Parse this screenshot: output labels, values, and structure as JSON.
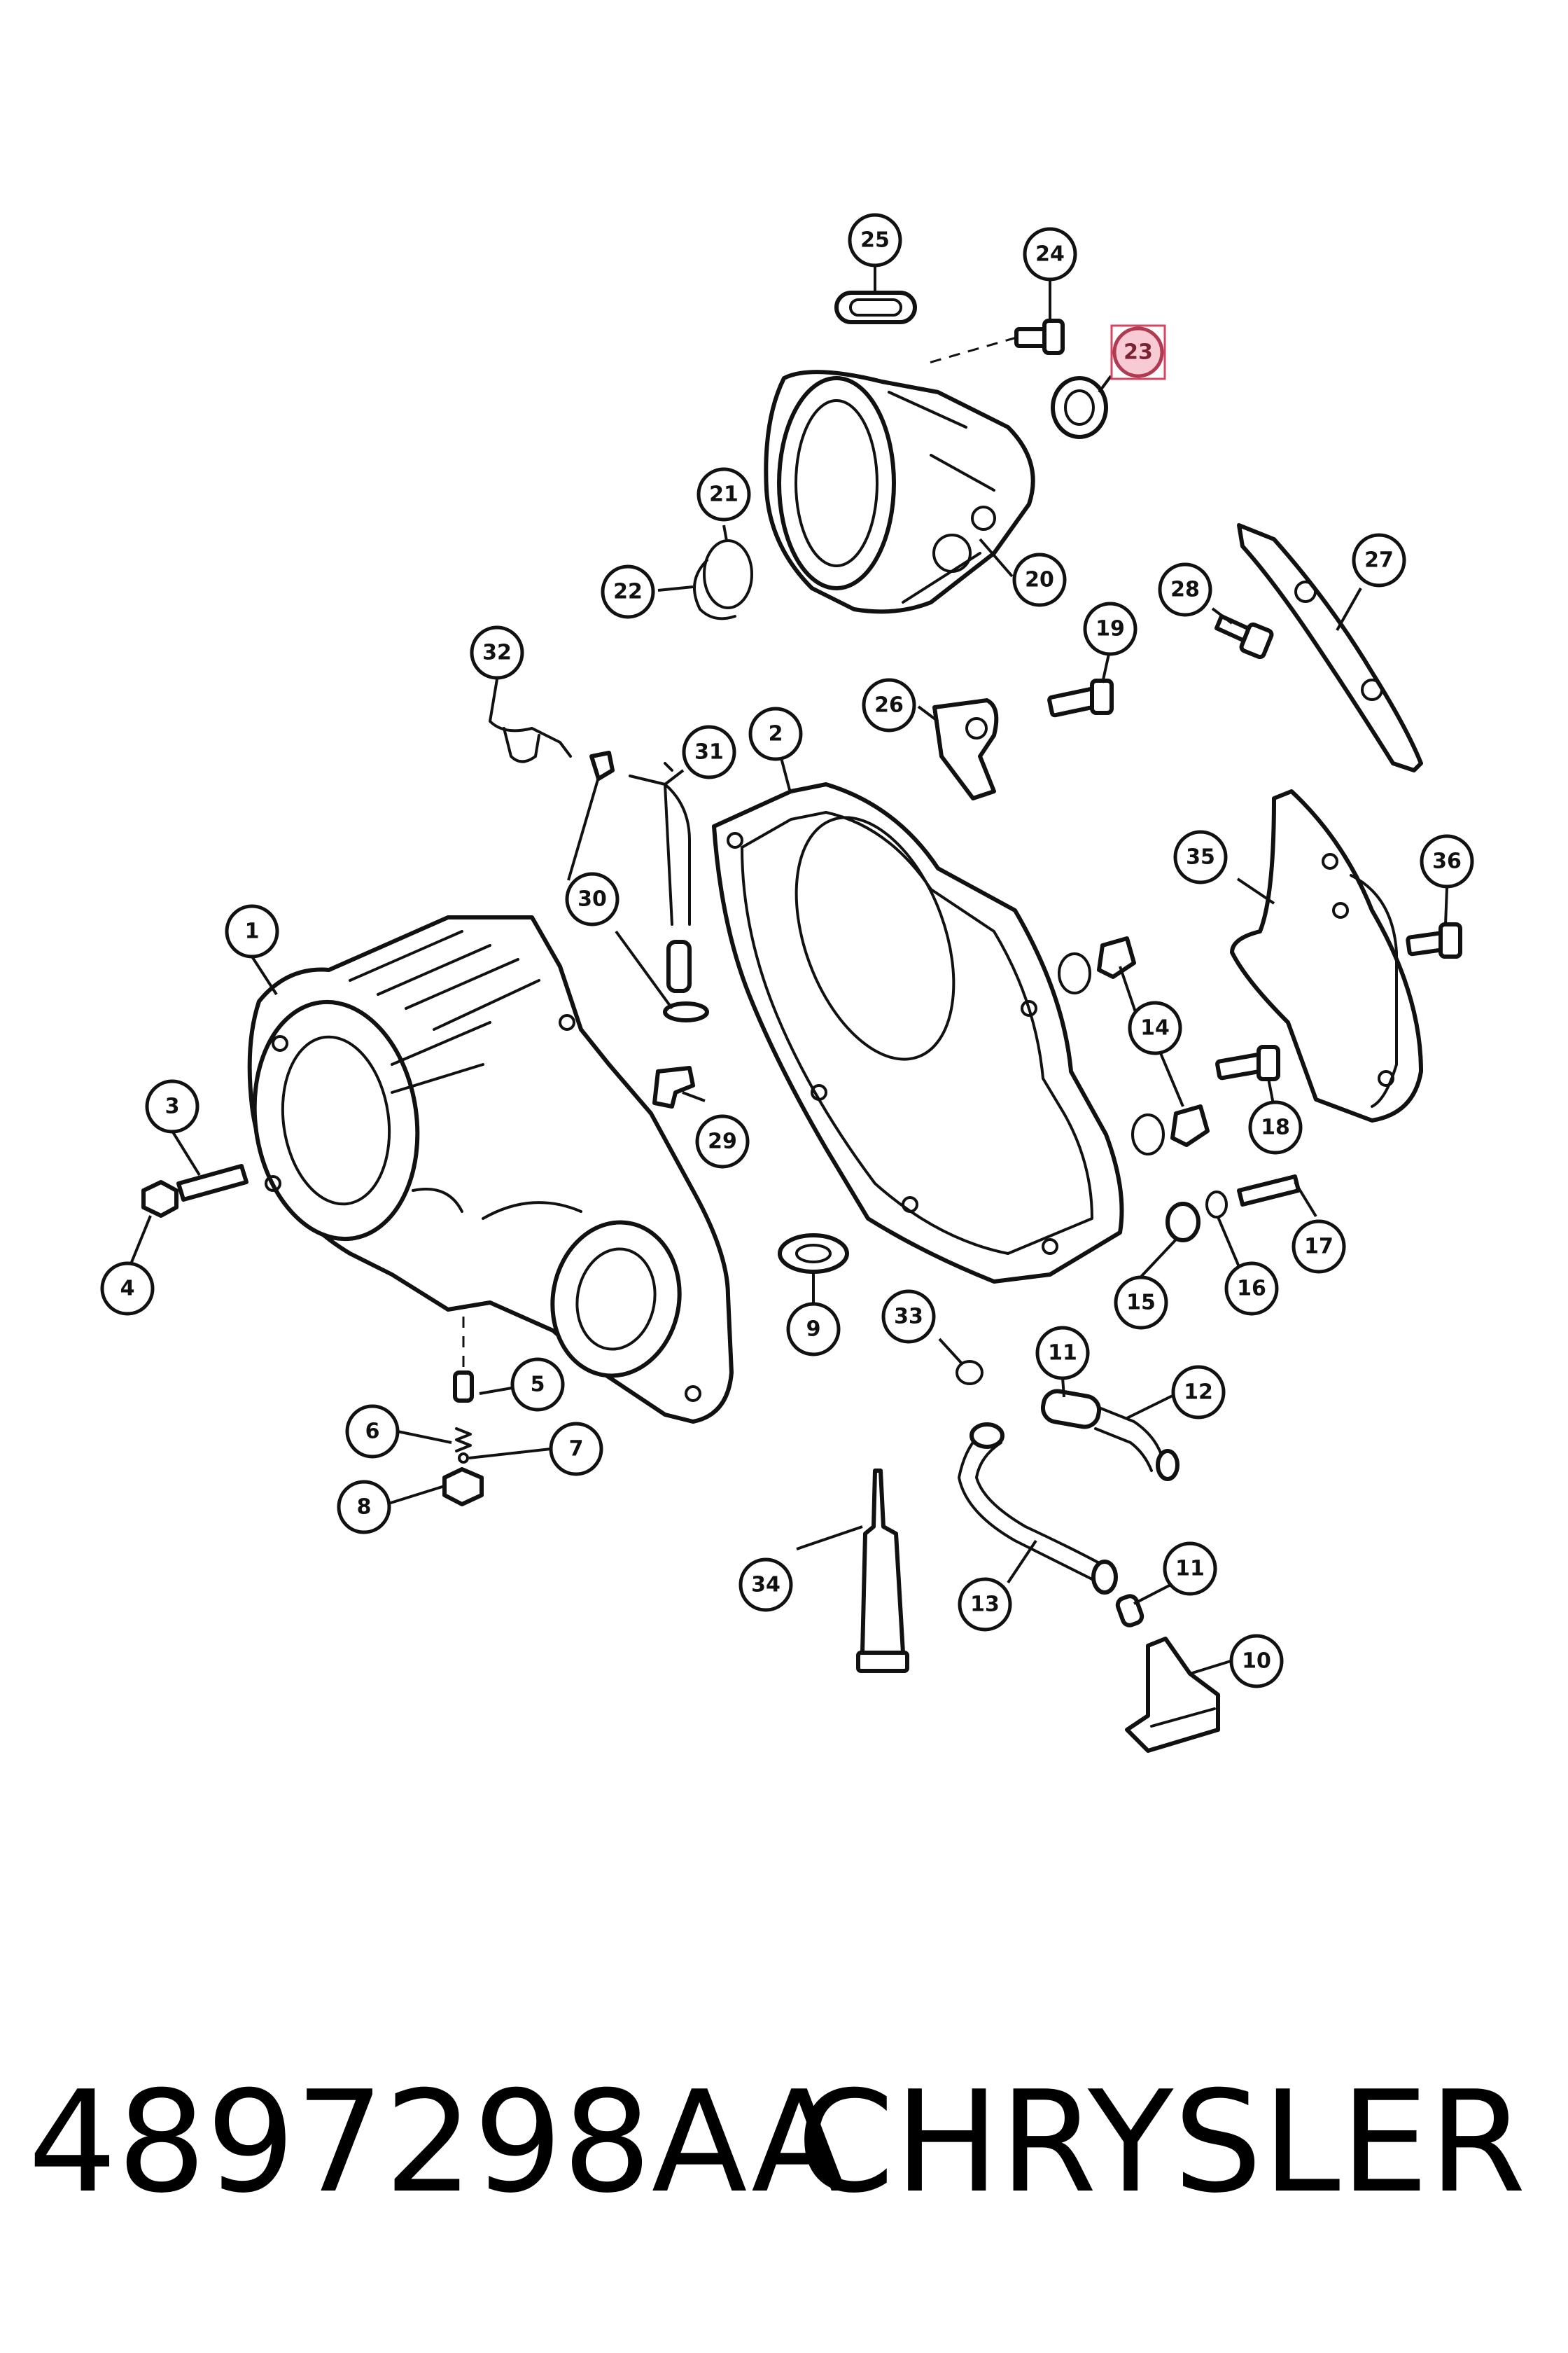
{
  "callouts": [
    {
      "label": "1"
    },
    {
      "label": "2"
    },
    {
      "label": "3"
    },
    {
      "label": "4"
    },
    {
      "label": "5"
    },
    {
      "label": "6"
    },
    {
      "label": "7"
    },
    {
      "label": "8"
    },
    {
      "label": "9"
    },
    {
      "label": "10"
    },
    {
      "label": "11"
    },
    {
      "label": "11"
    },
    {
      "label": "12"
    },
    {
      "label": "13"
    },
    {
      "label": "14"
    },
    {
      "label": "15"
    },
    {
      "label": "16"
    },
    {
      "label": "17"
    },
    {
      "label": "18"
    },
    {
      "label": "19"
    },
    {
      "label": "20"
    },
    {
      "label": "21"
    },
    {
      "label": "22"
    },
    {
      "label": "23"
    },
    {
      "label": "24"
    },
    {
      "label": "25"
    },
    {
      "label": "26"
    },
    {
      "label": "27"
    },
    {
      "label": "28"
    },
    {
      "label": "29"
    },
    {
      "label": "30"
    },
    {
      "label": "31"
    },
    {
      "label": "32"
    },
    {
      "label": "33"
    },
    {
      "label": "34"
    },
    {
      "label": "35"
    },
    {
      "label": "36"
    }
  ],
  "highlighted_callout": "23",
  "highlight_color": "#d64560",
  "footer": {
    "part_number": "4897298AA",
    "brand": "CHRYSLER"
  }
}
